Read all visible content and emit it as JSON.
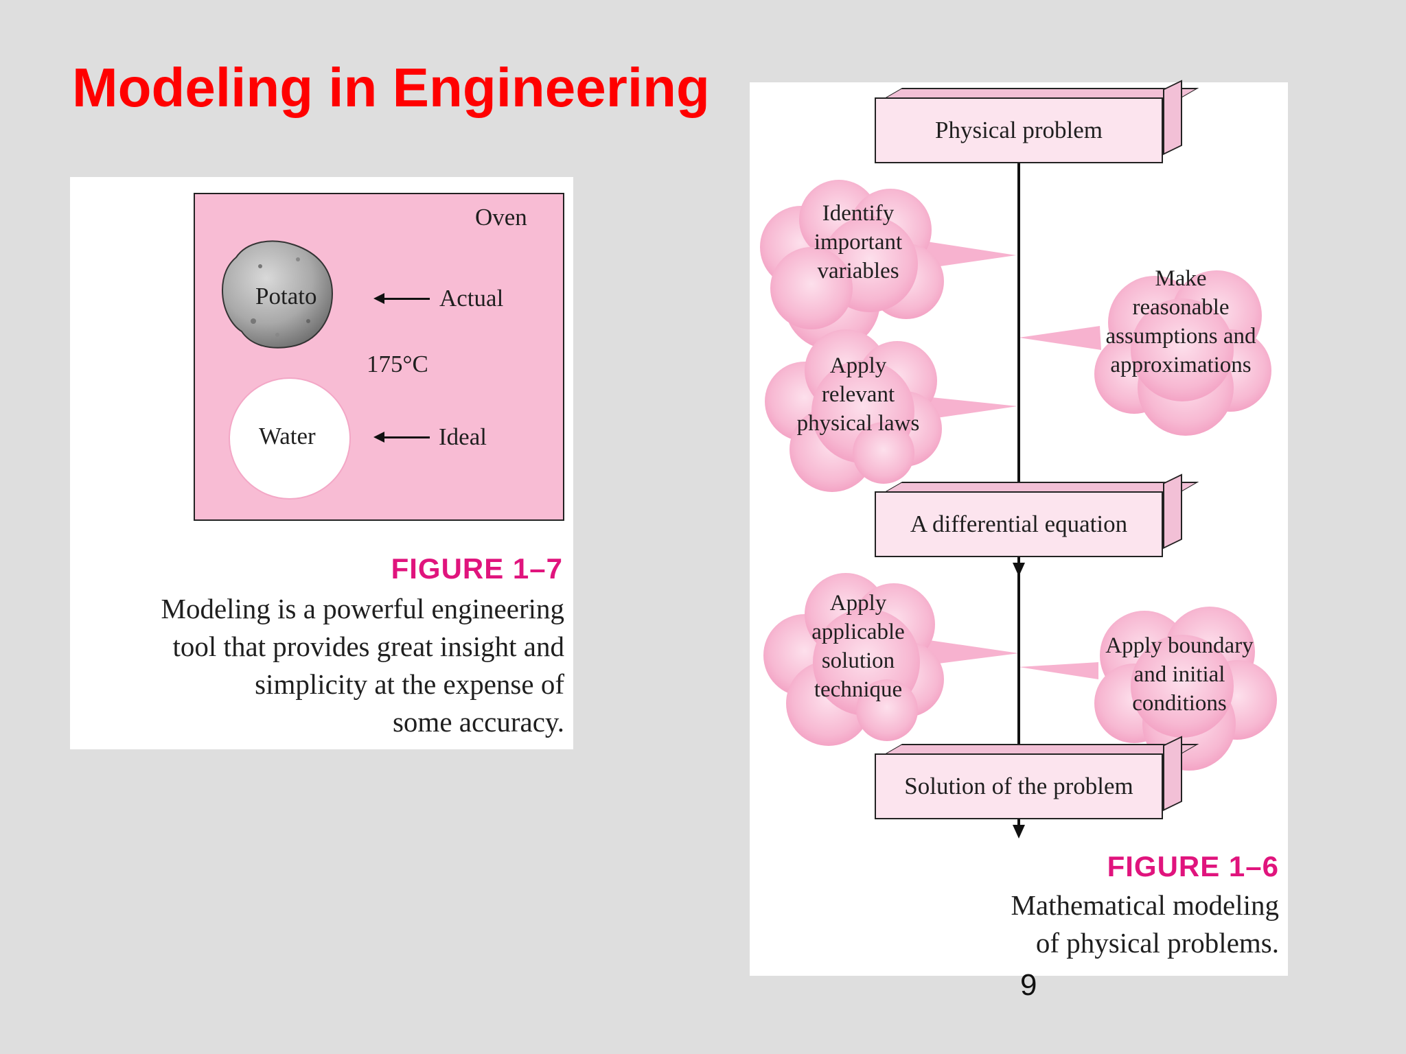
{
  "slide": {
    "title": "Modeling in Engineering",
    "page_number": "9"
  },
  "figure_left": {
    "oven_label": "Oven",
    "potato_label": "Potato",
    "actual_label": "Actual",
    "temperature_label": "175°C",
    "water_label": "Water",
    "ideal_label": "Ideal",
    "figure_number": "FIGURE 1–7",
    "caption_lines": [
      "Modeling is a powerful engineering",
      "tool that provides great insight and",
      "simplicity at the expense of",
      "some accuracy."
    ]
  },
  "figure_right": {
    "boxes": [
      "Physical problem",
      "A differential equation",
      "Solution of the problem"
    ],
    "cloud_identify": [
      "Identify",
      "important",
      "variables"
    ],
    "cloud_assumptions": [
      "Make",
      "reasonable",
      "assumptions and",
      "approximations"
    ],
    "cloud_laws": [
      "Apply",
      "relevant",
      "physical laws"
    ],
    "cloud_solution": [
      "Apply",
      "applicable",
      "solution",
      "technique"
    ],
    "cloud_boundary": [
      "Apply boundary",
      "and initial",
      "conditions"
    ],
    "figure_number": "FIGURE 1–6",
    "caption_lines": [
      "Mathematical modeling",
      "of physical problems."
    ]
  },
  "colors": {
    "title": "#ff0000",
    "figure_label": "#e0147d",
    "pink_fill": "#f8bcd4",
    "cloud_fill": "#f7b2cf"
  }
}
